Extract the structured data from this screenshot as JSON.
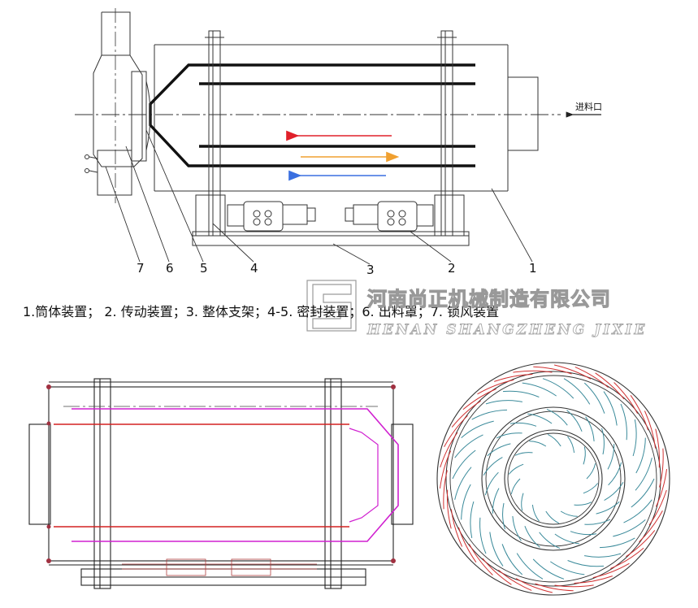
{
  "top_diagram": {
    "inlet_label": "进料口",
    "part_numbers": [
      "1",
      "2",
      "3",
      "4",
      "5",
      "6",
      "7"
    ],
    "caption": "1.筒体装置； 2. 传动装置；3. 整体支架；4-5. 密封装置；6. 出料罩；7. 锁风装置",
    "arrow_colors": {
      "red": "#e0202a",
      "orange": "#f0a030",
      "blue": "#3a6fe0"
    }
  },
  "watermark": {
    "company_cn": "河南尚正机械制造有限公司",
    "company_en": "HENAN SHANGZHENG JIXIE"
  },
  "bottom_left": {
    "line_colors": {
      "red": "#d42020",
      "magenta": "#d020d0"
    }
  },
  "bottom_right": {
    "vane_color": "#3a8a9a",
    "rim_vane_color": "#d03030"
  }
}
